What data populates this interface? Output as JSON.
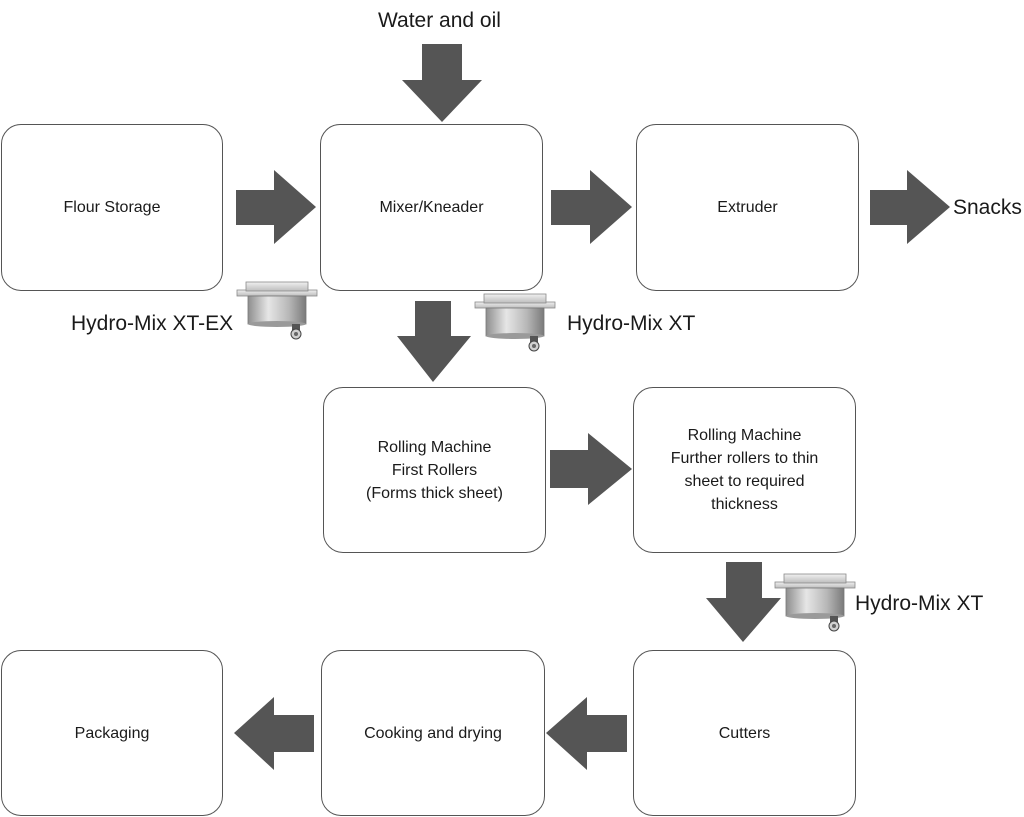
{
  "diagram": {
    "nodes": {
      "flour_storage": "Flour Storage",
      "mixer_kneader": "Mixer/Kneader",
      "extruder": "Extruder",
      "rolling_first": "Rolling Machine\nFirst Rollers\n(Forms thick sheet)",
      "rolling_further": "Rolling Machine\nFurther rollers to thin\nsheet to required\nthickness",
      "cutters": "Cutters",
      "cooking_drying": "Cooking and drying",
      "packaging": "Packaging"
    },
    "inputs": {
      "water_oil": "Water and oil"
    },
    "outputs": {
      "snacks": "Snacks"
    },
    "sensors": {
      "flour_sensor": "Hydro-Mix XT-EX",
      "mixer_sensor": "Hydro-Mix XT",
      "cutter_sensor": "Hydro-Mix XT"
    },
    "colors": {
      "arrow": "#555555",
      "box_border": "#555555",
      "sensor_body": "#c8c8c8"
    }
  }
}
